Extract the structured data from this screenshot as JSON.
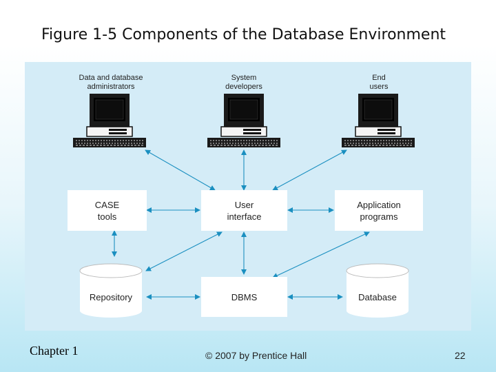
{
  "slide": {
    "title": "Figure 1-5 Components of the Database Environment",
    "footer_left": "Chapter 1",
    "footer_center": "© 2007 by Prentice Hall",
    "page_number": "22"
  },
  "diagram": {
    "users": [
      {
        "line1": "Data and database",
        "line2": "administrators"
      },
      {
        "line1": "System",
        "line2": "developers"
      },
      {
        "line1": "End",
        "line2": "users"
      }
    ],
    "case_tools": {
      "line1": "CASE",
      "line2": "tools"
    },
    "user_interface": {
      "line1": "User",
      "line2": "interface"
    },
    "application_programs": {
      "line1": "Application",
      "line2": "programs"
    },
    "repository": "Repository",
    "dbms": "DBMS",
    "database": "Database"
  },
  "colors": {
    "arrow": "#1a8fc0",
    "figure_background": "#d4ecf7",
    "computer_dark": "#111111"
  }
}
